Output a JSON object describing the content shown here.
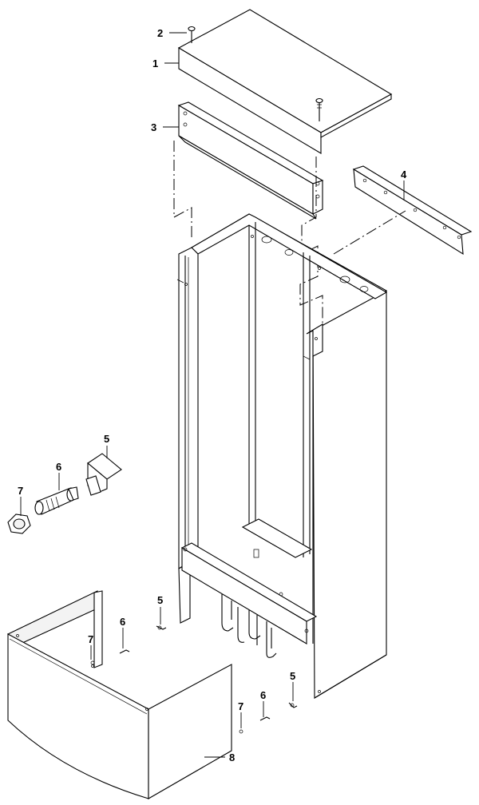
{
  "diagram": {
    "callouts": [
      {
        "id": "c2-top",
        "text": "2"
      },
      {
        "id": "c1",
        "text": "1"
      },
      {
        "id": "c3",
        "text": "3"
      },
      {
        "id": "c4",
        "text": "4"
      },
      {
        "id": "c5-left",
        "text": "5"
      },
      {
        "id": "c6-left",
        "text": "6"
      },
      {
        "id": "c7-left",
        "text": "7"
      },
      {
        "id": "c5-lower",
        "text": "5"
      },
      {
        "id": "c6-mid",
        "text": "6"
      },
      {
        "id": "c7-mid",
        "text": "7"
      },
      {
        "id": "c5-right",
        "text": "5"
      },
      {
        "id": "c7-right",
        "text": "7"
      },
      {
        "id": "c6-right",
        "text": "6"
      },
      {
        "id": "c8",
        "text": "8"
      }
    ]
  }
}
